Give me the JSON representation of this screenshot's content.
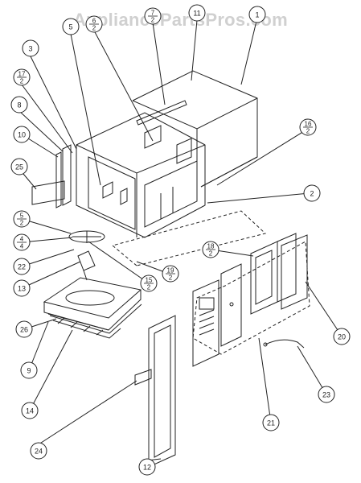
{
  "watermark": "AppliancePartsPros.com",
  "callouts": {
    "c1": {
      "label": "1"
    },
    "c2": {
      "label": "2"
    },
    "c3": {
      "label": "3"
    },
    "c5": {
      "label": "5"
    },
    "c6": {
      "label": "6",
      "sub": "2"
    },
    "c7": {
      "label": "7",
      "sub": "2"
    },
    "c8": {
      "label": "8"
    },
    "c9": {
      "label": "9"
    },
    "c10": {
      "label": "10"
    },
    "c11": {
      "label": "11"
    },
    "c12": {
      "label": "12"
    },
    "c13": {
      "label": "13"
    },
    "c14": {
      "label": "14"
    },
    "c15": {
      "label": "15",
      "sub": "2"
    },
    "c16": {
      "label": "16",
      "sub": "2"
    },
    "c17": {
      "label": "17",
      "sub": "2"
    },
    "c18": {
      "label": "18",
      "sub": "2"
    },
    "c19": {
      "label": "19",
      "sub": "2"
    },
    "c20": {
      "label": "20"
    },
    "c21": {
      "label": "21"
    },
    "c22": {
      "label": "22"
    },
    "c23": {
      "label": "23"
    },
    "c24": {
      "label": "24"
    },
    "c25": {
      "label": "25"
    },
    "c26": {
      "label": "26"
    },
    "c4": {
      "label": "4",
      "sub": "4"
    },
    "c5b": {
      "label": "5",
      "sub": "2"
    }
  },
  "colors": {
    "line": "#222222",
    "watermark": "#d0d0d0",
    "background": "#ffffff"
  }
}
